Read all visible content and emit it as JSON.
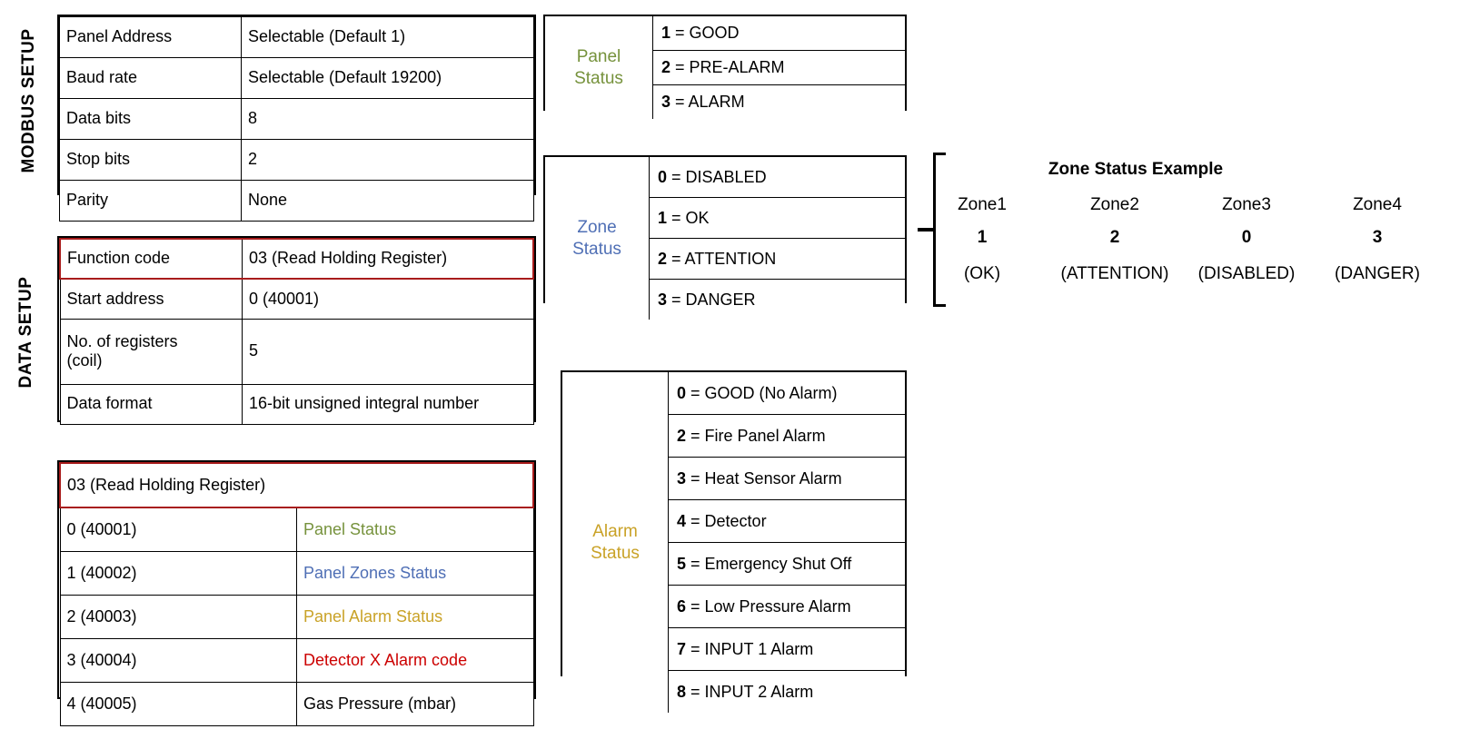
{
  "sections": {
    "modbus_setup_label": "MODBUS SETUP",
    "data_setup_label": "DATA SETUP"
  },
  "modbus_setup": {
    "rows": [
      {
        "key": "Panel Address",
        "value": "Selectable (Default 1)"
      },
      {
        "key": "Baud rate",
        "value": "Selectable (Default 19200)"
      },
      {
        "key": "Data bits",
        "value": "8"
      },
      {
        "key": "Stop bits",
        "value": "2"
      },
      {
        "key": "Parity",
        "value": "None"
      }
    ]
  },
  "data_setup": {
    "rows": [
      {
        "key": "Function code",
        "value": "03  (Read Holding Register)",
        "highlight": "#a81b1b"
      },
      {
        "key": "Start address",
        "value": "0    (40001)"
      },
      {
        "key": "No. of registers\n(coil)",
        "key_line1": "No. of registers",
        "key_line2": "(coil)",
        "value": "5"
      },
      {
        "key": "Data format",
        "value": "16-bit unsigned integral number"
      }
    ]
  },
  "register_map": {
    "header": "03  (Read Holding Register)",
    "header_border_color": "#a81b1b",
    "rows": [
      {
        "address": "0    (40001)",
        "name": "Panel Status",
        "color": "#76923c"
      },
      {
        "address": "1    (40002)",
        "name": "Panel Zones Status",
        "color": "#4f6fb5"
      },
      {
        "address": "2    (40003)",
        "name": "Panel Alarm Status",
        "color": "#c9a227"
      },
      {
        "address": "3    (40004)",
        "name": "Detector X Alarm code",
        "color": "#cc0000"
      },
      {
        "address": "4    (40005)",
        "name": "Gas Pressure (mbar)",
        "color": "#000000"
      }
    ]
  },
  "panel_status": {
    "label_line1": "Panel",
    "label_line2": "Status",
    "label_color": "#76923c",
    "rows": [
      {
        "code": "1",
        "sep": " = ",
        "text": "GOOD"
      },
      {
        "code": "2",
        "sep": " = ",
        "text": "PRE-ALARM"
      },
      {
        "code": "3",
        "sep": " = ",
        "text": "ALARM"
      }
    ]
  },
  "zone_status": {
    "label_line1": "Zone",
    "label_line2": "Status",
    "label_color": "#4f6fb5",
    "rows": [
      {
        "code": "0",
        "sep": " = ",
        "text": "DISABLED"
      },
      {
        "code": "1",
        "sep": " = ",
        "text": "OK"
      },
      {
        "code": "2",
        "sep": " = ",
        "text": "ATTENTION"
      },
      {
        "code": "3",
        "sep": " = ",
        "text": "DANGER"
      }
    ]
  },
  "alarm_status": {
    "label_line1": "Alarm",
    "label_line2": "Status",
    "label_color": "#c9a227",
    "rows": [
      {
        "code": "0",
        "sep": " = ",
        "text": "GOOD (No Alarm)"
      },
      {
        "code": "2",
        "sep": " = ",
        "text": "Fire Panel Alarm"
      },
      {
        "code": "3",
        "sep": " = ",
        "text": "Heat Sensor Alarm"
      },
      {
        "code": "4",
        "sep": " = ",
        "text": "Detector"
      },
      {
        "code": "5",
        "sep": " = ",
        "text": "Emergency Shut Off"
      },
      {
        "code": "6",
        "sep": " = ",
        "text": "Low Pressure Alarm"
      },
      {
        "code": "7",
        "sep": " = ",
        "text": "INPUT 1  Alarm"
      },
      {
        "code": "8",
        "sep": " = ",
        "text": "INPUT 2  Alarm"
      }
    ]
  },
  "zone_status_example": {
    "title": "Zone Status Example",
    "columns": [
      {
        "name": "Zone1",
        "value": "1",
        "desc": "(OK)"
      },
      {
        "name": "Zone2",
        "value": "2",
        "desc": "(ATTENTION)"
      },
      {
        "name": "Zone3",
        "value": "0",
        "desc": "(DISABLED)"
      },
      {
        "name": "Zone4",
        "value": "3",
        "desc": "(DANGER)"
      }
    ]
  }
}
